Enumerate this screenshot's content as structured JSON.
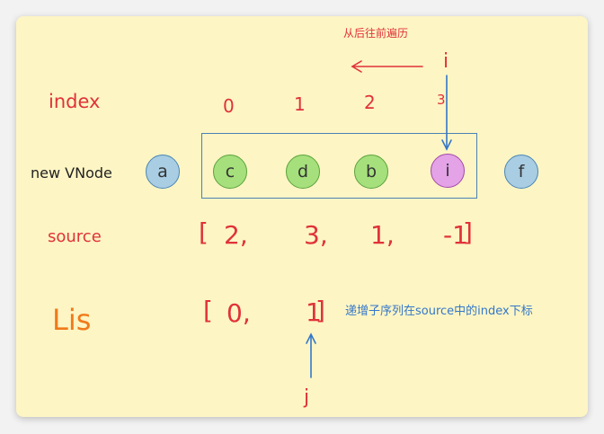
{
  "annotation_top": "从后往前遍历",
  "annotation_lis": "递增子序列在source中的index下标",
  "pointer_i": "i",
  "pointer_j": "j",
  "rows": {
    "index_label": "index",
    "vnode_label": "new VNode",
    "source_label": "source",
    "lis_label": "Lis"
  },
  "index_values": [
    "0",
    "1",
    "2",
    "3"
  ],
  "vnodes": [
    {
      "label": "a",
      "color": "#a9cde3"
    },
    {
      "label": "c",
      "color": "#a6e07c"
    },
    {
      "label": "d",
      "color": "#a6e07c"
    },
    {
      "label": "b",
      "color": "#a6e07c"
    },
    {
      "label": "i",
      "color": "#e3a3e6"
    },
    {
      "label": "f",
      "color": "#a9cde3"
    }
  ],
  "source": {
    "open": "[",
    "close": "]",
    "items": [
      "2,",
      "3,",
      "1,",
      "-1"
    ]
  },
  "lis": {
    "open": "[",
    "close": "]",
    "items": [
      "0,",
      "1"
    ]
  },
  "colors": {
    "background": "#fdf5c4",
    "red": "#e0323a",
    "blue": "#3477c9",
    "orange": "#f07a1a"
  }
}
